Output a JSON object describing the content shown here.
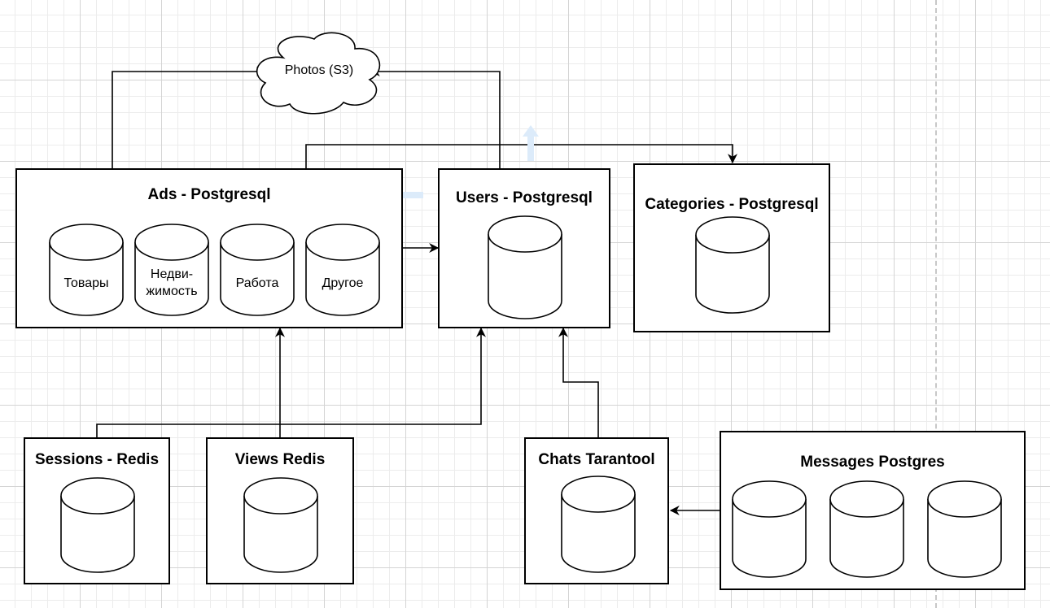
{
  "diagram": {
    "storage": {
      "label": "Photos (S3)"
    },
    "ads": {
      "title": "Ads - Postgresql",
      "tables": [
        {
          "label": "Товары"
        },
        {
          "label": "Недви-\nжимость"
        },
        {
          "label": "Работа"
        },
        {
          "label": "Другое"
        }
      ]
    },
    "users": {
      "title": "Users - Postgresql"
    },
    "categories": {
      "title": "Categories - Postgresql"
    },
    "sessions": {
      "title": "Sessions - Redis"
    },
    "views": {
      "title": "Views Redis"
    },
    "chats": {
      "title": "Chats Tarantool"
    },
    "messages": {
      "title": "Messages Postgres"
    }
  },
  "colors": {
    "stroke": "#000000",
    "grid_major": "#d4d4d4",
    "grid_minor": "#ececec",
    "hint_arrow": "#dcebfa"
  },
  "icons": [
    "cloud-shape",
    "database-cylinder",
    "arrow-head",
    "hover-hint-arrow"
  ]
}
